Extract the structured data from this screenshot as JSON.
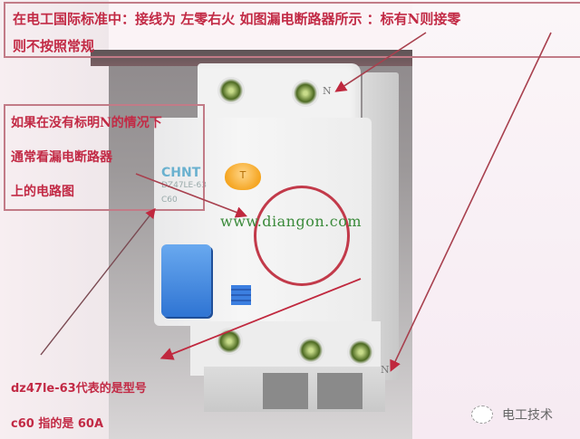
{
  "annotations": {
    "top_box": {
      "line1": "在电工国际标准中：接线为 左零右火  如图漏电断路器所示 ：标有N则接零",
      "line2": "则不按照常规"
    },
    "left_box": {
      "lines": [
        "如果在没有标明N的情况下",
        "通常看漏电断路器",
        "上的电路图"
      ]
    },
    "bottom_notes": {
      "model_note": "dz47le-63代表的是型号",
      "rating_note": "c60 指的是 60A"
    },
    "website": "www.diangon.com"
  },
  "device": {
    "brand": "CHNT",
    "model": "DZ47LE-63",
    "rating": "C60",
    "test_button_label": "T",
    "neutral_label": "N",
    "icons": {
      "test_button": "test-button-icon",
      "lever": "toggle-lever-icon",
      "indicator": "trip-indicator-icon",
      "screw": "terminal-screw-icon"
    }
  },
  "watermark": {
    "text": "电工技术",
    "icon": "wechat-account-icon"
  },
  "colors": {
    "annotation_text": "#c22a45",
    "annotation_border": "#c27b87",
    "arrow": "#c0283e",
    "lever_blue": "#2f74d3",
    "test_orange": "#f5a623",
    "website_green": "#3a8a3a"
  }
}
